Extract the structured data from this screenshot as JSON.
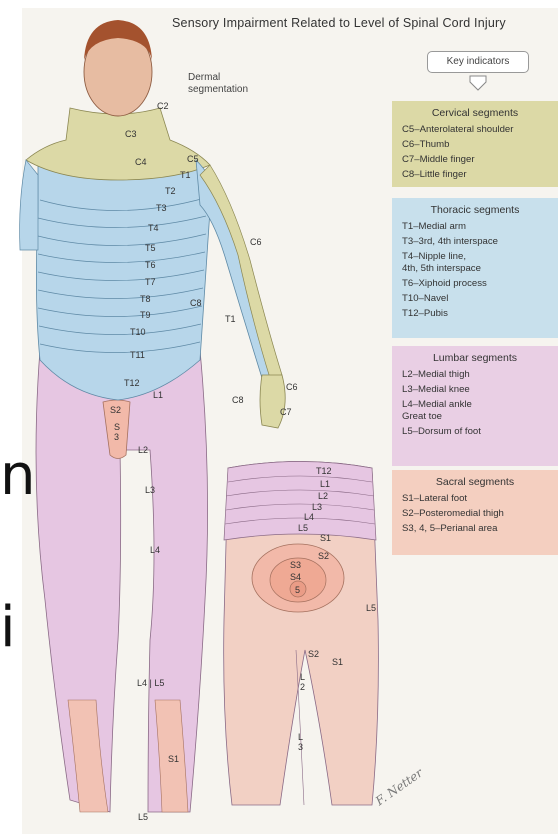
{
  "title": "Sensory Impairment Related to Level of Spinal Cord Injury",
  "dermal_label": "Dermal\nsegmentation",
  "key_indicators": "Key indicators",
  "side_glyphs": [
    "n",
    "i"
  ],
  "panels": {
    "cervical": {
      "heading": "Cervical segments",
      "color": "#dcd9a6",
      "items": [
        "C5–Anterolateral shoulder",
        "C6–Thumb",
        "C7–Middle finger",
        "C8–Little finger"
      ]
    },
    "thoracic": {
      "heading": "Thoracic segments",
      "color": "#c8e0ec",
      "items": [
        "T1–Medial arm",
        "T3–3rd, 4th interspace",
        "T4–Nipple line,\n4th, 5th interspace",
        "T6–Xiphoid process",
        "T10–Navel",
        "T12–Pubis"
      ]
    },
    "lumbar": {
      "heading": "Lumbar segments",
      "color": "#e9cfe4",
      "items": [
        "L2–Medial thigh",
        "L3–Medial knee",
        "L4–Medial ankle\nGreat toe",
        "L5–Dorsum of foot"
      ]
    },
    "sacral": {
      "heading": "Sacral segments",
      "color": "#f4cfc0",
      "items": [
        "S1–Lateral foot",
        "S2–Posteromedial thigh",
        "S3, 4, 5–Perianal area"
      ]
    }
  },
  "front_labels": {
    "c2": "C2",
    "c3": "C3",
    "c4": "C4",
    "c5": "C5",
    "t1": "T1",
    "t2": "T2",
    "t3": "T3",
    "t4": "T4",
    "t5": "T5",
    "t6": "T6",
    "t7": "T7",
    "t8": "T8",
    "t9": "T9",
    "t10": "T10",
    "t11": "T11",
    "t12": "T12",
    "c6_arm": "C6",
    "c8_arm": "C8",
    "t1_arm": "T1",
    "c6_hand": "C6",
    "c7_hand": "C7",
    "c8_hand": "C8",
    "l1": "L1",
    "s2": "S2",
    "s3": "S\n3",
    "l2": "L2",
    "l3": "L3",
    "l4": "L4",
    "l4l5": "L4 | L5",
    "s1": "S1",
    "l5": "L5"
  },
  "back_labels": {
    "t12": "T12",
    "l1": "L1",
    "l2": "L2",
    "l3": "L3",
    "l4": "L4",
    "l5": "L5",
    "s1": "S1",
    "s2": "S2",
    "s3": "S3",
    "s4": "S4",
    "s5": "5",
    "s2_low": "S2",
    "s1_low": "S1",
    "l5_side": "L5",
    "l2_leg": "L\n2",
    "l3_leg": "L\n3"
  },
  "signature": "F. Netter"
}
